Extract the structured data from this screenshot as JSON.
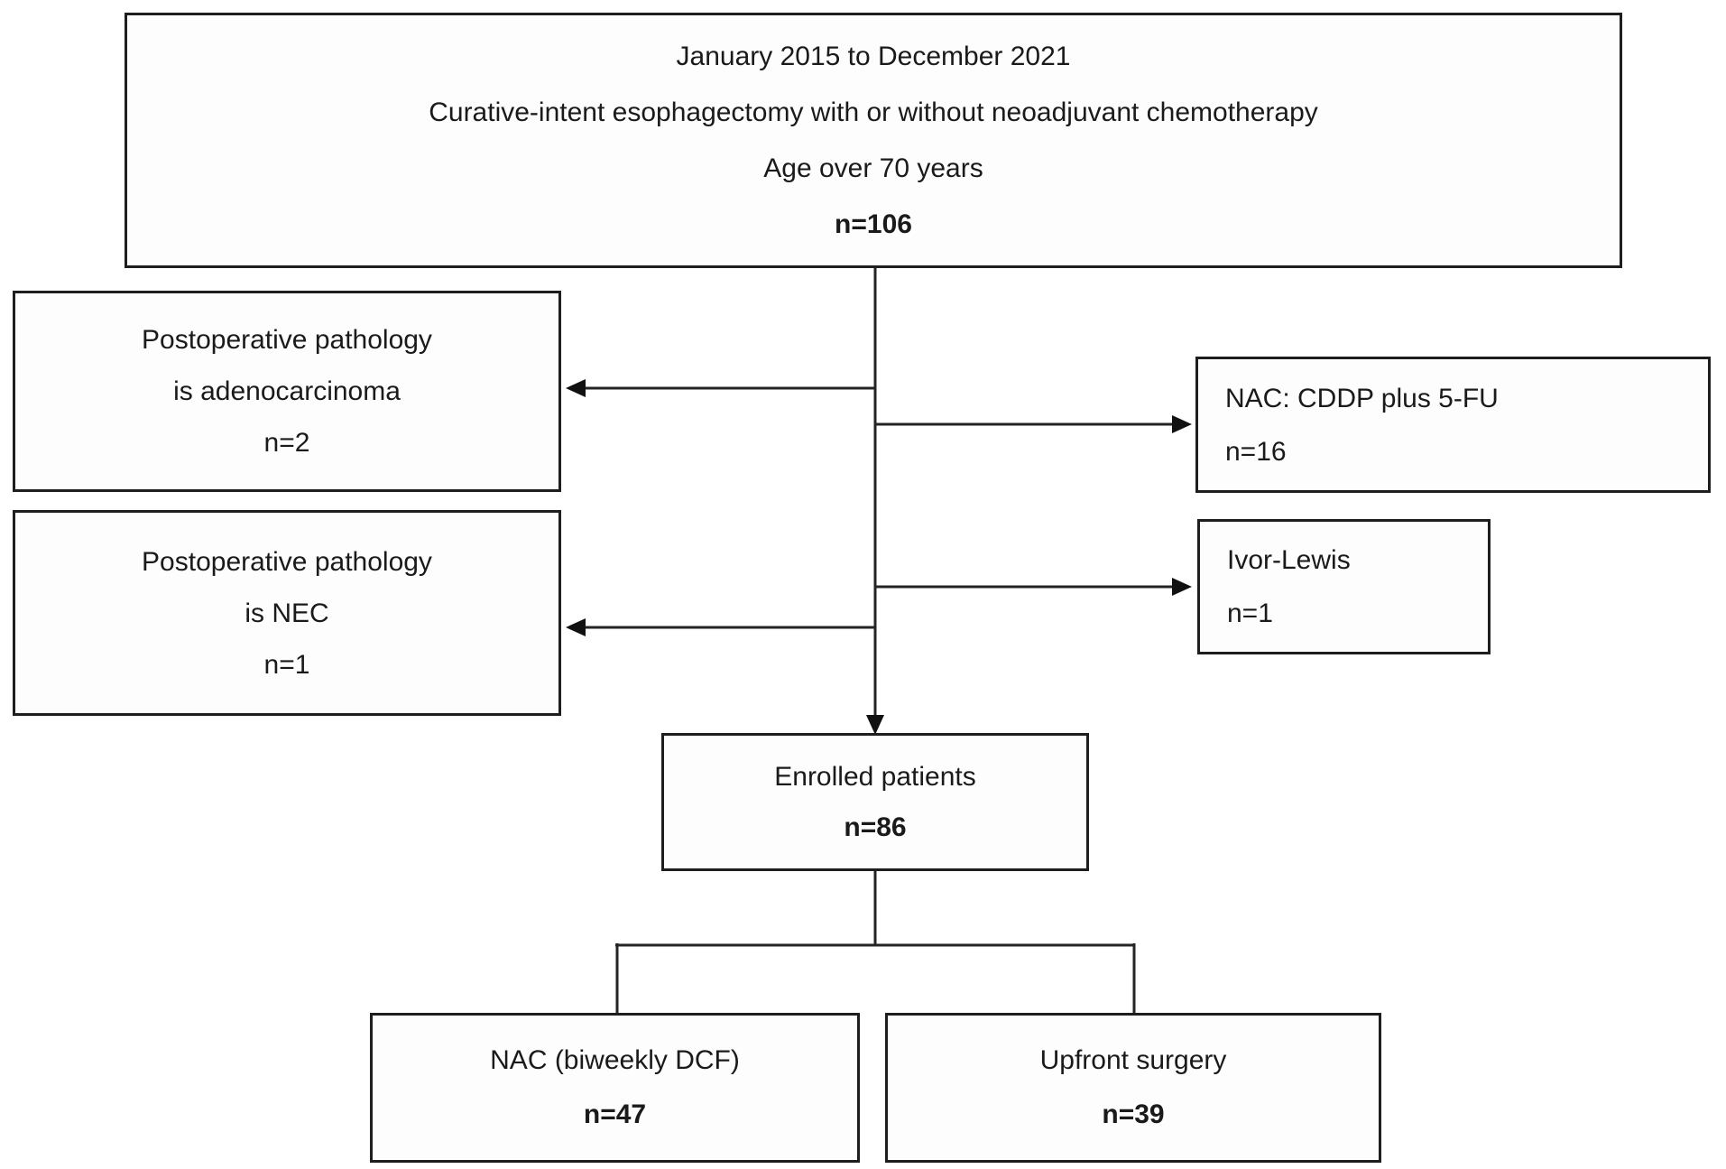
{
  "colors": {
    "line": "#242424",
    "text": "#1a1a1a",
    "background": "#ffffff"
  },
  "boxes": {
    "criteria": {
      "line1": "January 2015 to December 2021",
      "line2": "Curative-intent esophagectomy with or without neoadjuvant chemotherapy",
      "line3": "Age over 70 years",
      "count": "n=106"
    },
    "adenocarcinoma": {
      "line1": "Postoperative pathology",
      "line2": "is adenocarcinoma",
      "count": "n=2"
    },
    "nec": {
      "line1": "Postoperative pathology",
      "line2": "is NEC",
      "count": "n=1"
    },
    "nac_cddp": {
      "line1": "NAC: CDDP plus 5-FU",
      "count": "n=16"
    },
    "ivor_lewis": {
      "line1": "Ivor-Lewis",
      "count": "n=1"
    },
    "enrolled": {
      "line1": "Enrolled patients",
      "count": "n=86"
    },
    "nac_dcf": {
      "line1": "NAC (biweekly DCF)",
      "count": "n=47"
    },
    "upfront": {
      "line1": "Upfront surgery",
      "count": "n=39"
    }
  }
}
